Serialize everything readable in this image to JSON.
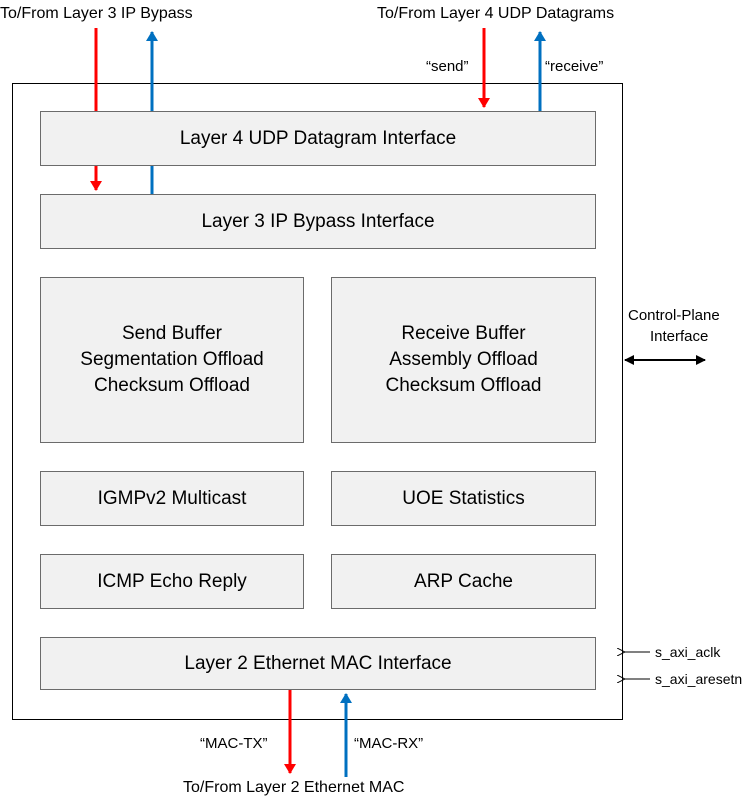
{
  "labels": {
    "top_left": "To/From Layer 3 IP Bypass",
    "top_right": "To/From Layer 4 UDP Datagrams",
    "send": "“send”",
    "receive": "“receive”",
    "control_plane_line1": "Control-Plane",
    "control_plane_line2": "Interface",
    "s_axi_aclk": "s_axi_aclk",
    "s_axi_aresetn": "s_axi_aresetn",
    "mac_tx": "“MAC-TX”",
    "mac_rx": "“MAC-RX”",
    "bottom": "To/From Layer 2 Ethernet MAC"
  },
  "blocks": {
    "udp_interface": "Layer 4 UDP Datagram Interface",
    "ip_bypass_interface": "Layer 3 IP Bypass Interface",
    "send_buffer": [
      "Send Buffer",
      "Segmentation Offload",
      "Checksum Offload"
    ],
    "receive_buffer": [
      "Receive Buffer",
      "Assembly Offload",
      "Checksum Offload"
    ],
    "igmp": "IGMPv2 Multicast",
    "uoe_stats": "UOE Statistics",
    "icmp": "ICMP Echo Reply",
    "arp": "ARP Cache",
    "mac_interface": "Layer 2 Ethernet MAC Interface"
  },
  "colors": {
    "send_arrow": "#ff0000",
    "receive_arrow": "#0070c0",
    "outline": "#000000",
    "block_fill": "#f1f1f1"
  }
}
